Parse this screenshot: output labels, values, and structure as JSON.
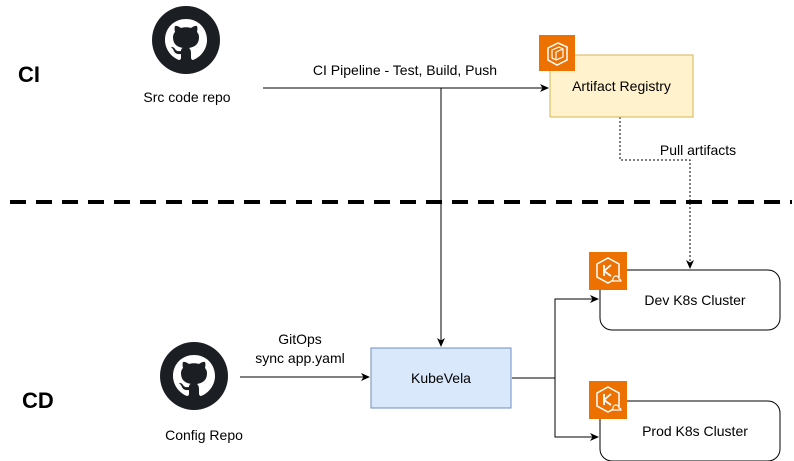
{
  "sections": {
    "ci": "CI",
    "cd": "CD"
  },
  "nodes": {
    "src_repo": {
      "label": "Src code repo",
      "icon": "github-icon"
    },
    "config_repo": {
      "label": "Config Repo",
      "icon": "github-icon"
    },
    "artifact_registry": {
      "label": "Artifact Registry",
      "icon": "aws-ecr-icon",
      "fill": "#fff2cc",
      "stroke": "#d6b656"
    },
    "kubevela": {
      "label": "KubeVela",
      "fill": "#dae8fc",
      "stroke": "#6c8ebf"
    },
    "dev_cluster": {
      "label": "Dev K8s Cluster",
      "icon": "aws-eks-icon"
    },
    "prod_cluster": {
      "label": "Prod K8s Cluster",
      "icon": "aws-eks-icon"
    }
  },
  "edges": {
    "ci_pipeline": "CI Pipeline - Test, Build, Push",
    "pull_artifacts": "Pull artifacts",
    "gitops_line1": "GitOps",
    "gitops_line2": "sync app.yaml"
  },
  "colors": {
    "aws_orange": "#ed7100",
    "github_black": "#1b1f23"
  }
}
